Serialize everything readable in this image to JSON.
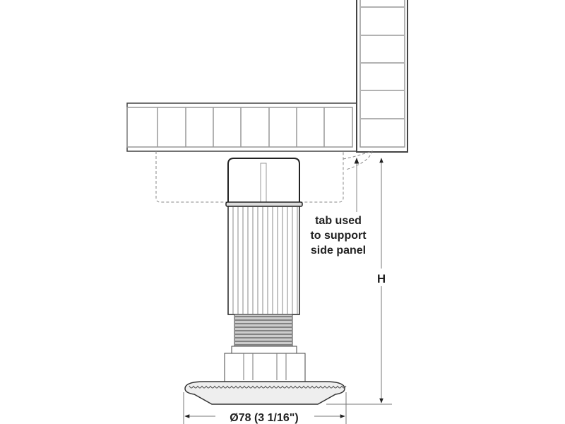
{
  "annotations": {
    "tab_note": [
      "tab used",
      "to support",
      "side panel"
    ],
    "height_label": "H",
    "diameter_label": "Ø78 (3 1/16\")"
  },
  "colors": {
    "line": "#333333",
    "light_line": "#999999",
    "background": "#ffffff"
  }
}
